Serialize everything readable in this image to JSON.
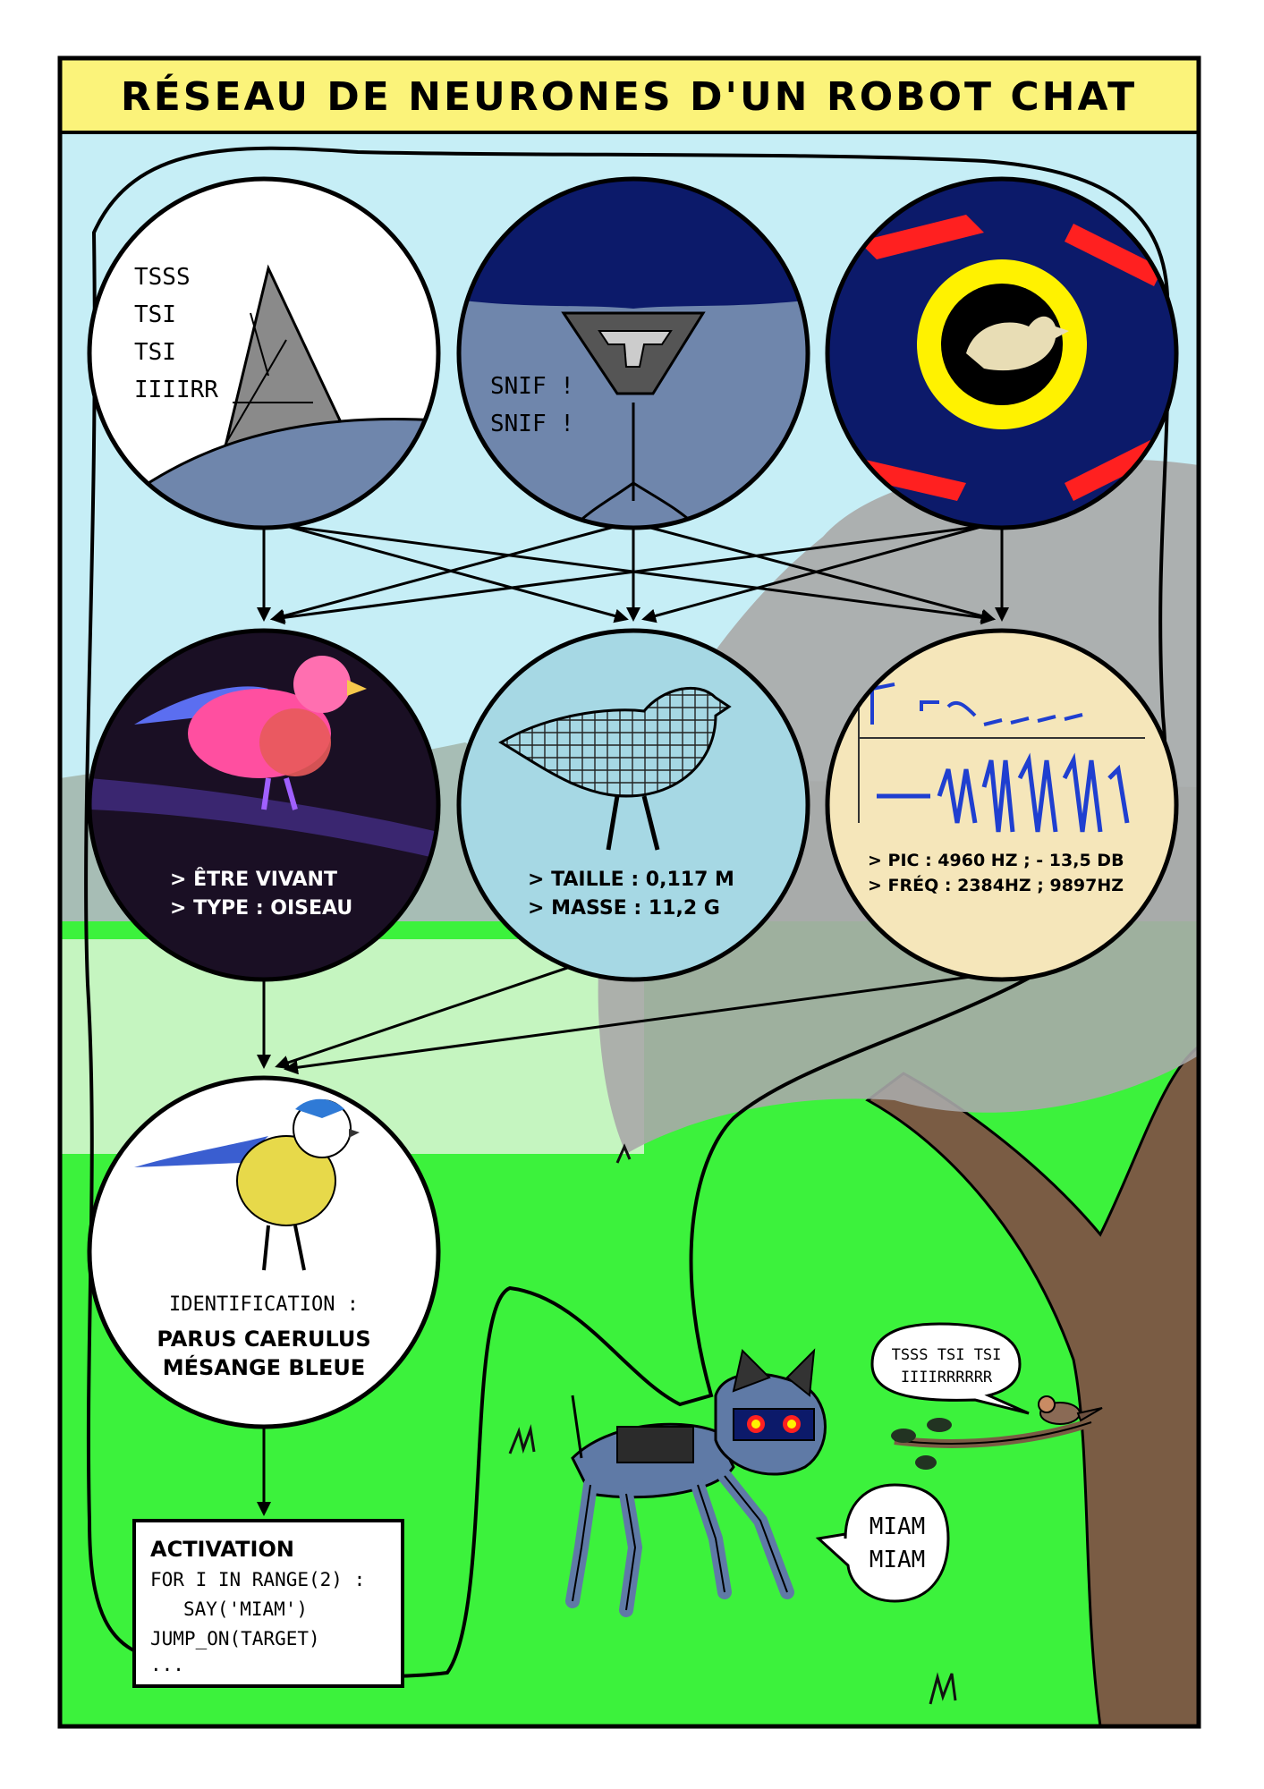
{
  "title": "RÉSEAU DE NEURONES D'UN ROBOT CHAT",
  "layer1": {
    "sound": {
      "lines": [
        "TSSS",
        "TSI",
        "TSI",
        "IIIIRR"
      ]
    },
    "smell": {
      "lines": [
        "SNIF !",
        "SNIF !"
      ]
    },
    "vision": {
      "label": ""
    }
  },
  "layer2": {
    "living": {
      "line1": "> ÊTRE VIVANT",
      "line2": "> TYPE : OISEAU"
    },
    "shape": {
      "line1": "> TAILLE : 0,117 M",
      "line2": "> MASSE : 11,2 G"
    },
    "audio": {
      "line1": "> PIC : 4960 HZ ; - 13,5 DB",
      "line2": "> FRÉQ : 2384HZ ; 9897HZ"
    }
  },
  "layer3": {
    "heading": "IDENTIFICATION :",
    "latin": "PARUS CAERULUS",
    "common": "MÉSANGE BLEUE"
  },
  "code": {
    "title": "ACTIVATION",
    "lines": [
      "FOR I IN RANGE(2) :",
      "SAY('MIAM')",
      "JUMP_ON(TARGET)",
      "..."
    ]
  },
  "bubbles": {
    "bird": [
      "TSSS TSI TSI",
      "IIIIRRRRRR"
    ],
    "cat": [
      "MIAM",
      "MIAM"
    ]
  },
  "colors": {
    "title_bg": "#fbf37a",
    "sky": "#c6eef6",
    "grass": "#3cf23c",
    "trunk": "#7a5c44",
    "night_blue": "#0c1a6a",
    "steel": "#5f7aa6"
  }
}
